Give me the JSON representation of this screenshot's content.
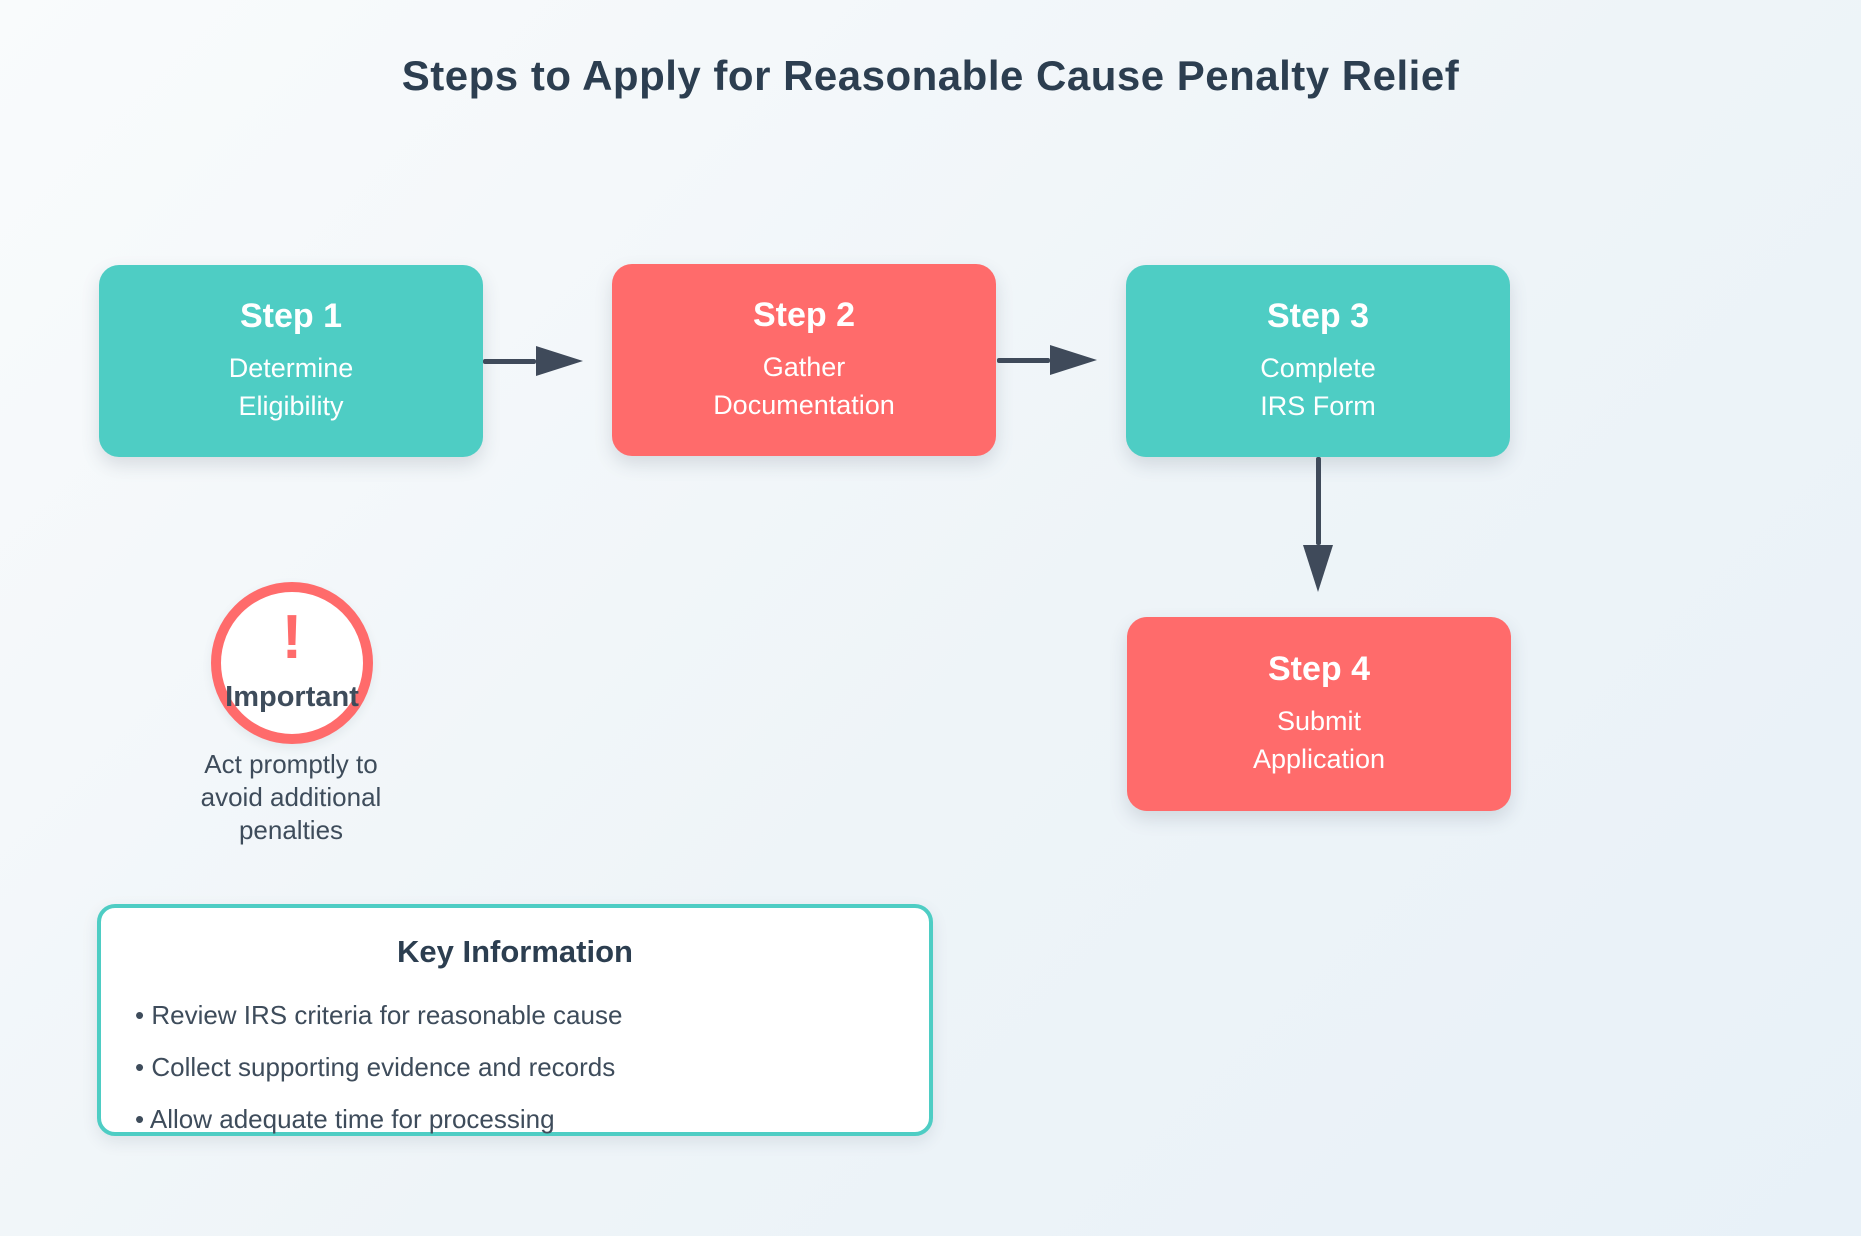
{
  "title": "Steps to Apply for Reasonable Cause Penalty Relief",
  "colors": {
    "teal": "#4ECDC4",
    "coral": "#FF6B6B",
    "dark": "#2C3E50",
    "text": "#3E4C5B",
    "arrow": "#3F4A5A"
  },
  "steps": [
    {
      "label": "Step 1",
      "lines": [
        "Determine",
        "Eligibility"
      ],
      "color": "#4ECDC4"
    },
    {
      "label": "Step 2",
      "lines": [
        "Gather",
        "Documentation"
      ],
      "color": "#FF6B6B"
    },
    {
      "label": "Step 3",
      "lines": [
        "Complete",
        "IRS Form"
      ],
      "color": "#4ECDC4"
    },
    {
      "label": "Step 4",
      "lines": [
        "Submit",
        "Application"
      ],
      "color": "#FF6B6B"
    }
  ],
  "important": {
    "icon": "!",
    "label": "Important",
    "caption_lines": [
      "Act promptly to",
      "avoid additional",
      "penalties"
    ]
  },
  "key_information": {
    "title": "Key Information",
    "bullets": [
      "• Review IRS criteria for reasonable cause",
      "• Collect supporting evidence and records",
      "• Allow adequate time for processing"
    ]
  }
}
